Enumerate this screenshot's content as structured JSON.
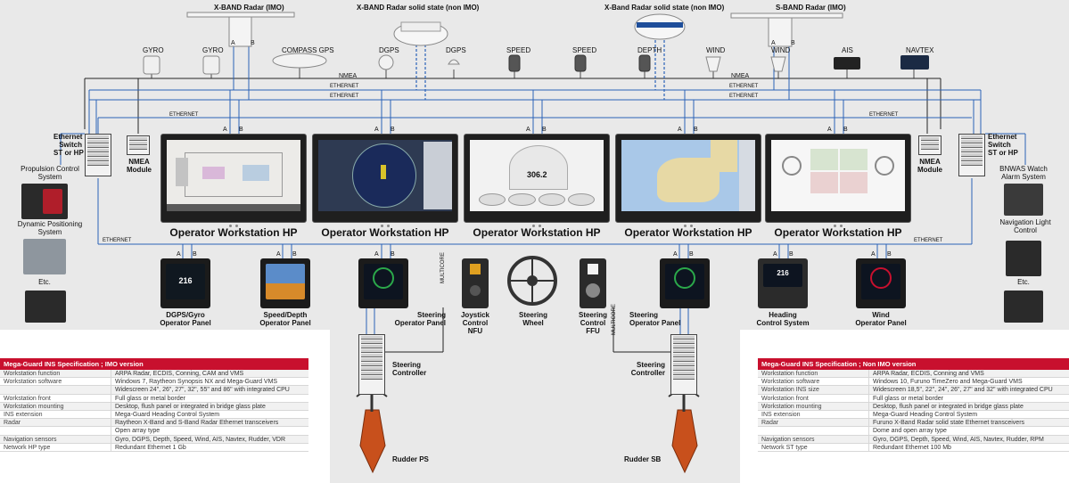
{
  "radars": {
    "xband_imo": "X-BAND Radar (IMO)",
    "xband_solid": "X-BAND Radar solid state (non IMO)",
    "xband_solid2": "X-Band Radar solid state (non IMO)",
    "sband_imo": "S-BAND Radar (IMO)"
  },
  "sensors": {
    "gyro1": "GYRO",
    "gyro2": "GYRO",
    "compass": "COMPASS GPS",
    "dgps1": "DGPS",
    "dgps2": "DGPS",
    "speed1": "SPEED",
    "speed2": "SPEED",
    "depth": "DEPTH",
    "wind1": "WIND",
    "wind2": "WIND",
    "ais": "AIS",
    "navtex": "NAVTEX"
  },
  "network": {
    "nmea": "NMEA",
    "ethernet": "ETHERNET",
    "multicore": "MULTICORE",
    "a": "A",
    "b": "B"
  },
  "switch_left": [
    "Ethernet",
    "Switch",
    "ST or HP"
  ],
  "switch_right": [
    "Ethernet",
    "Switch",
    "ST or HP"
  ],
  "nmea_module": [
    "NMEA",
    "Module"
  ],
  "workstations": [
    {
      "label": "Operator Workstation HP",
      "view": "vms"
    },
    {
      "label": "Operator Workstation HP",
      "view": "radar"
    },
    {
      "label": "Operator Workstation HP",
      "view": "conning",
      "heading": "306.2"
    },
    {
      "label": "Operator Workstation HP",
      "view": "ecdis"
    },
    {
      "label": "Operator Workstation HP",
      "view": "gauges"
    }
  ],
  "left_side": {
    "propulsion": [
      "Propulsion Control",
      "System"
    ],
    "dp": [
      "Dynamic Positioning",
      "System"
    ],
    "etc": "Etc."
  },
  "right_side": {
    "bnwas": [
      "BNWAS Watch",
      "Alarm System"
    ],
    "navlight": [
      "Navigation Light",
      "Control"
    ],
    "etc": "Etc."
  },
  "panels": [
    {
      "label": [
        "DGPS/Gyro",
        "Operator Panel"
      ],
      "reading": "216"
    },
    {
      "label": [
        "Speed/Depth",
        "Operator Panel"
      ],
      "reading": ""
    },
    {
      "label": [
        "Steering",
        "Operator Panel"
      ],
      "reading": ""
    },
    {
      "label": [
        "Steering",
        "Operator Panel"
      ],
      "reading": ""
    },
    {
      "label": [
        "Heading",
        "Control System"
      ],
      "reading": "216"
    },
    {
      "label": [
        "Wind",
        "Operator Panel"
      ],
      "reading": ""
    }
  ],
  "controls": {
    "joystick": [
      "Joystick",
      "Control",
      "NFU"
    ],
    "wheel": [
      "Steering",
      "Wheel"
    ],
    "ffu": [
      "Steering",
      "Control",
      "FFU"
    ]
  },
  "steering_controller": [
    "Steering",
    "Controller"
  ],
  "rudders": {
    "ps": "Rudder PS",
    "sb": "Rudder SB"
  },
  "spec_imo": {
    "title": "Mega-Guard INS Specification ; IMO version",
    "rows": [
      [
        "Workstation function",
        "ARPA Radar, ECDIS, Conning, CAM and VMS"
      ],
      [
        "Workstation software",
        "Windows 7, Raytheon Synopsis NX and Mega-Guard VMS"
      ],
      [
        "",
        "Widescreen 24\", 26\", 27\", 32\", 55\" and 86\" with integrated CPU"
      ],
      [
        "Workstation front",
        "Full glass or metal border"
      ],
      [
        "Workstation mounting",
        "Desktop, flush panel or integrated in bridge glass plate"
      ],
      [
        "INS extension",
        "Mega-Guard Heading Control System"
      ],
      [
        "Radar",
        "Raytheon X-Band and S-Band Radar Ethernet transceivers"
      ],
      [
        "",
        "Open array type"
      ],
      [
        "Navigation sensors",
        "Gyro, DGPS, Depth, Speed, Wind, AIS, Navtex, Rudder, VDR"
      ],
      [
        "Network HP type",
        "Redundant Ethernet 1 Gb"
      ]
    ]
  },
  "spec_nonimo": {
    "title": "Mega-Guard INS Specification ; Non IMO version",
    "rows": [
      [
        "Workstation function",
        "ARPA Radar, ECDIS, Conning and VMS"
      ],
      [
        "Workstation software",
        "Windows 10, Furuno TimeZero and Mega-Guard VMS"
      ],
      [
        "Workstation INS size",
        "Widescreen 18,5\", 22\", 24\", 26\", 27\" and 32\" with integrated CPU"
      ],
      [
        "Workstation front",
        "Full glass or metal border"
      ],
      [
        "Workstation mounting",
        "Desktop, flush panel or integrated in bridge glass plate"
      ],
      [
        "INS extension",
        "Mega-Guard Heading Control System"
      ],
      [
        "Radar",
        "Furuno X-Band Radar solid state Ethernet transceivers"
      ],
      [
        "",
        "Dome and open array type"
      ],
      [
        "Navigation sensors",
        "Gyro, DGPS, Depth, Speed, Wind, AIS, Navtex, Rudder, RPM"
      ],
      [
        "Network ST type",
        "Redundant Ethernet 100 Mb"
      ]
    ]
  },
  "colors": {
    "background": "#e9e9e9",
    "lower_white": "#ffffff",
    "network_blue": "#2b63b8",
    "nmea_black": "#222222",
    "spec_red": "#c8102e"
  }
}
